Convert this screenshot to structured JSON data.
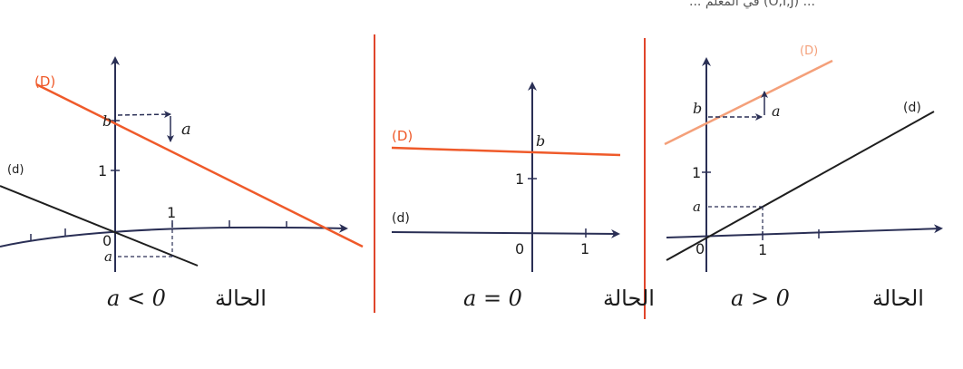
{
  "top_text": "... في المعلم (O,I,J) ...",
  "colors": {
    "line_D": "#ef5a2a",
    "line_D_light": "#f4a07a",
    "line_d": "#1e1e1e",
    "axis": "#2a2f55",
    "separator": "#e0452b"
  },
  "panels": [
    {
      "case": "a < 0",
      "caption_word": "الحالة",
      "caption_math": "a < 0",
      "label_D": "(D)",
      "label_d": "(d)",
      "label_b": "b",
      "label_a": "a",
      "tick_y1": "1",
      "tick_x1": "1",
      "origin": "0",
      "label_a_axis": "a"
    },
    {
      "case": "a = 0",
      "caption_word": "الحالة",
      "caption_math": "a = 0",
      "label_D": "(D)",
      "label_d": "(d)",
      "label_b": "b",
      "tick_y1": "1",
      "tick_x1": "1",
      "origin": "0"
    },
    {
      "case": "a > 0",
      "caption_word": "الحالة",
      "caption_math": "a > 0",
      "label_D": "(D)",
      "label_d": "(d)",
      "label_b": "b",
      "label_a": "a",
      "tick_y1": "1",
      "tick_x1": "1",
      "origin": "0",
      "label_a_axis": "a"
    }
  ]
}
